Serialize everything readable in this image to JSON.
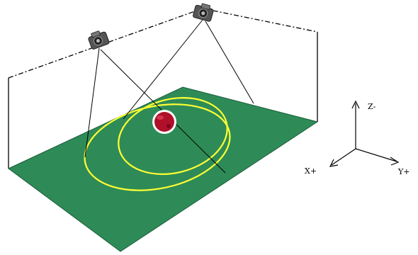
{
  "axes": {
    "z_label": "Z-",
    "x_label": "X+",
    "y_label": "Y+"
  },
  "colors": {
    "floor": "#2e8b57",
    "floor_edge": "#1a5c38",
    "coverage_ellipse": "#ffff33",
    "ball": "#b0102a",
    "frame_line": "#000000",
    "camera_body": "#555555"
  },
  "icons": {
    "camera_left": "camera-icon",
    "camera_right": "camera-icon",
    "ball": "ball-icon"
  }
}
